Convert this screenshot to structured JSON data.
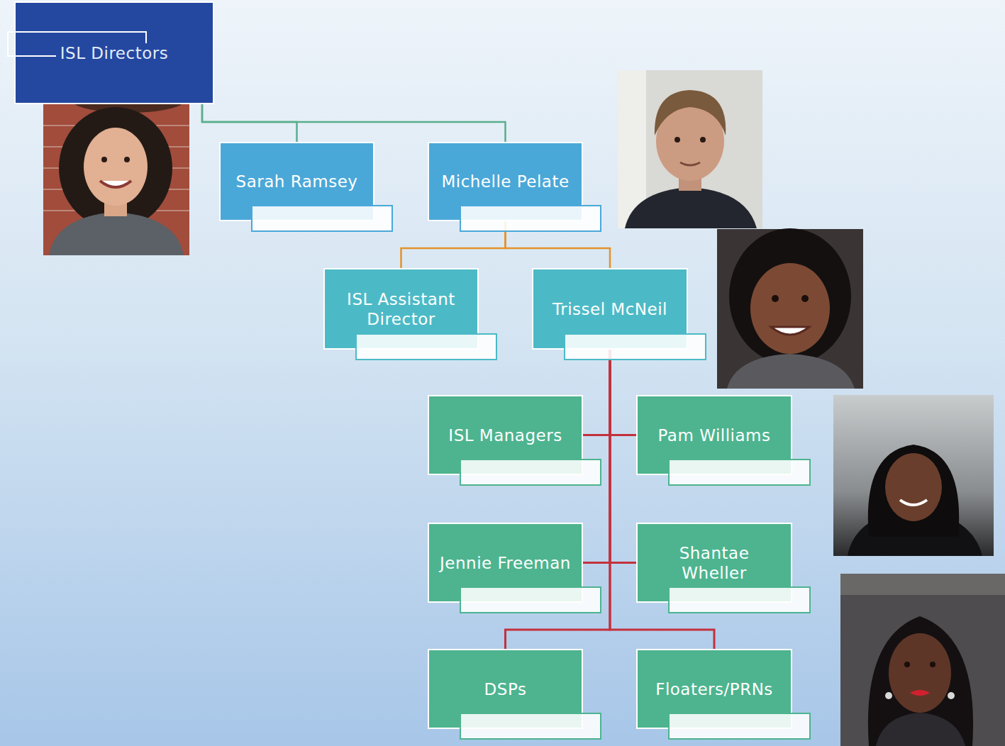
{
  "diagram": {
    "nodes": [
      {
        "text": [
          "ISL Directors"
        ]
      },
      {
        "text": [
          "Sarah Ramsey"
        ]
      },
      {
        "text": [
          "Michelle Pelate"
        ]
      },
      {
        "text": [
          "ISL Assistant Director"
        ]
      },
      {
        "text": [
          "Trissel McNeil"
        ]
      },
      {
        "text": [
          "ISL Managers"
        ]
      },
      {
        "text": [
          "Pam Williams"
        ]
      },
      {
        "text": [
          "Jennie Freeman"
        ]
      },
      {
        "text": [
          "Shantae Wheller"
        ]
      },
      {
        "text": [
          "DSPs"
        ]
      },
      {
        "text": [
          "Floaters/PRNs"
        ]
      }
    ],
    "edges": [
      {
        "from": 0,
        "to": 1,
        "arrow": "none"
      },
      {
        "from": 0,
        "to": 2,
        "arrow": "none"
      },
      {
        "from": 2,
        "to": 3,
        "arrow": "none"
      },
      {
        "from": 2,
        "to": 4,
        "arrow": "none"
      },
      {
        "from": 4,
        "to": 5,
        "arrow": "none"
      },
      {
        "from": 4,
        "to": 6,
        "arrow": "none"
      },
      {
        "from": 4,
        "to": 7,
        "arrow": "none"
      },
      {
        "from": 4,
        "to": 8,
        "arrow": "none"
      },
      {
        "from": 4,
        "to": 9,
        "arrow": "none"
      },
      {
        "from": 4,
        "to": 10,
        "arrow": "none"
      }
    ]
  }
}
